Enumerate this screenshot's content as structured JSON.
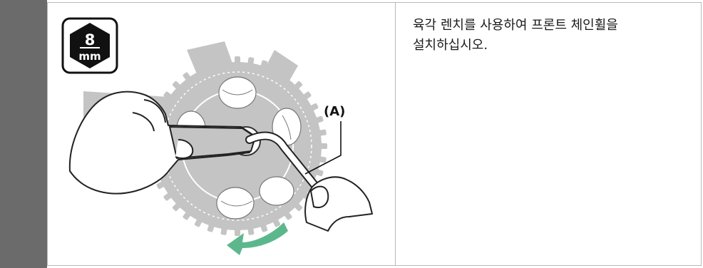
{
  "tool_badge": {
    "size_value": "8",
    "size_unit": "mm"
  },
  "figure": {
    "callout_label": "(A)"
  },
  "instruction": {
    "text": "육각 렌치를 사용하여 프론트 체인휠을\n설치하십시오."
  },
  "colors": {
    "side_bar": "#6b6b6b",
    "chainring_gray": "#c4c4c4",
    "arrow_green": "#5cb88c",
    "border": "#b9b9b9"
  }
}
